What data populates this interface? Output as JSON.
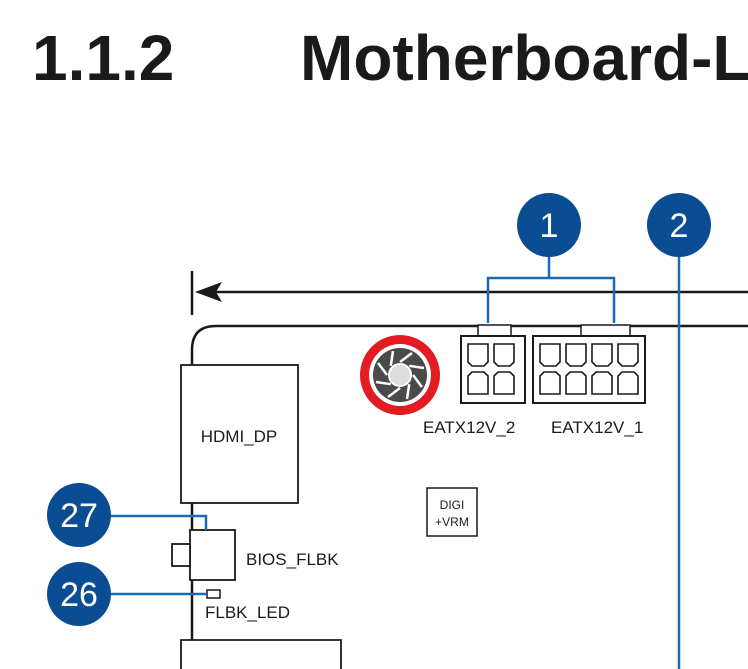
{
  "heading": {
    "number": "1.1.2",
    "text": "Motherboard-La"
  },
  "components": {
    "hdmi": "HDMI_DP",
    "eatx2": "EATX12V_2",
    "eatx1": "EATX12V_1",
    "digi_line1": "DIGI",
    "digi_line2": "+VRM",
    "bios_flbk": "BIOS_FLBK",
    "flbk_led": "FLBK_LED"
  },
  "callouts": [
    "1",
    "2",
    "27",
    "26"
  ],
  "colors": {
    "callout": "#0b4d92",
    "line": "#1a6bb5",
    "ring": "#e31b23",
    "ink": "#1a1a1a"
  }
}
